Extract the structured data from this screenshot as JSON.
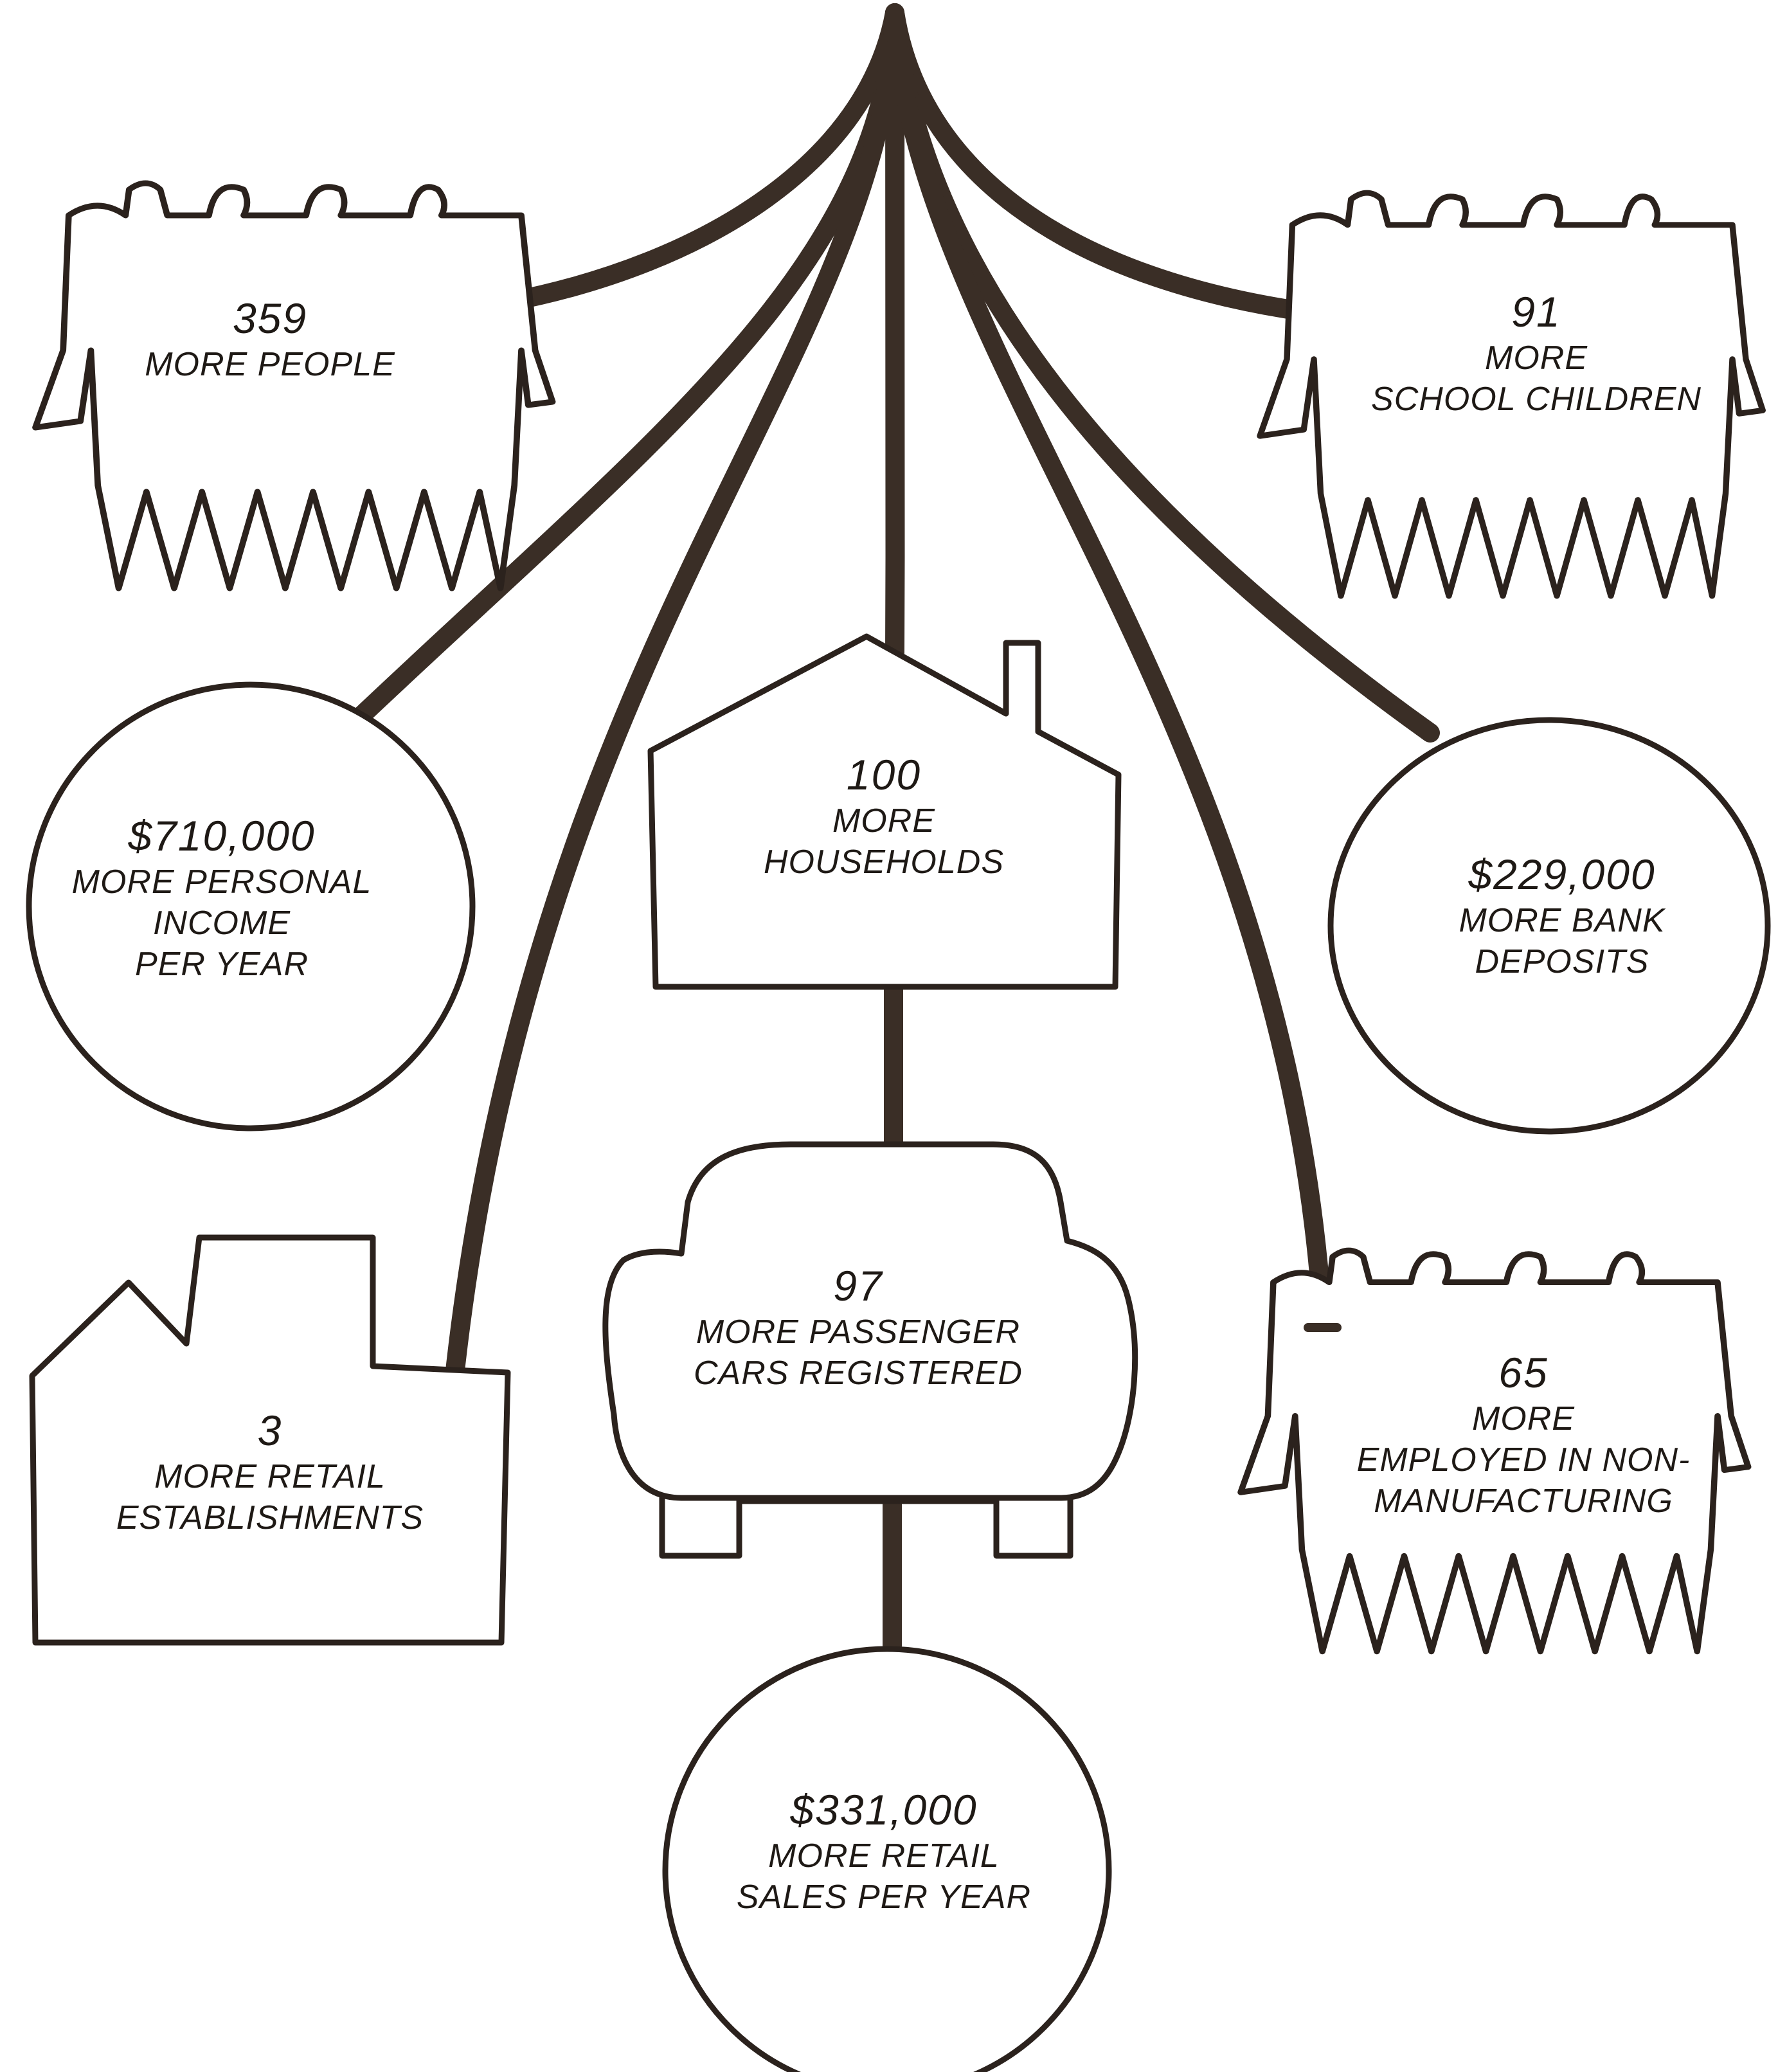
{
  "nodes": {
    "people": {
      "number": "359",
      "lines": [
        "MORE PEOPLE"
      ]
    },
    "school_children": {
      "number": "91",
      "lines": [
        "MORE",
        "SCHOOL CHILDREN"
      ]
    },
    "personal_income": {
      "number": "$710,000",
      "lines": [
        "MORE PERSONAL",
        "INCOME",
        "PER YEAR"
      ]
    },
    "households": {
      "number": "100",
      "lines": [
        "MORE",
        "HOUSEHOLDS"
      ]
    },
    "bank_deposits": {
      "number": "$229,000",
      "lines": [
        "MORE BANK",
        "DEPOSITS"
      ]
    },
    "passenger_cars": {
      "number": "97",
      "lines": [
        "MORE PASSENGER",
        "CARS REGISTERED"
      ]
    },
    "retail_establishments": {
      "number": "3",
      "lines": [
        "MORE RETAIL",
        "ESTABLISHMENTS"
      ]
    },
    "non_manufacturing": {
      "number": "65",
      "lines": [
        "MORE",
        "EMPLOYED IN NON-",
        "MANUFACTURING"
      ]
    },
    "retail_sales": {
      "number": "$331,000",
      "lines": [
        "MORE RETAIL",
        "SALES PER YEAR"
      ]
    }
  },
  "icons": {
    "people": "people-group-icon",
    "school_children": "people-group-icon",
    "personal_income": "circle-icon",
    "households": "house-icon",
    "bank_deposits": "circle-icon",
    "passenger_cars": "car-icon",
    "retail_establishments": "store-building-icon",
    "non_manufacturing": "people-group-icon",
    "retail_sales": "circle-icon"
  },
  "colors": {
    "ink": "#2b221d",
    "stem": "#3a2e26",
    "paper": "#ffffff"
  }
}
